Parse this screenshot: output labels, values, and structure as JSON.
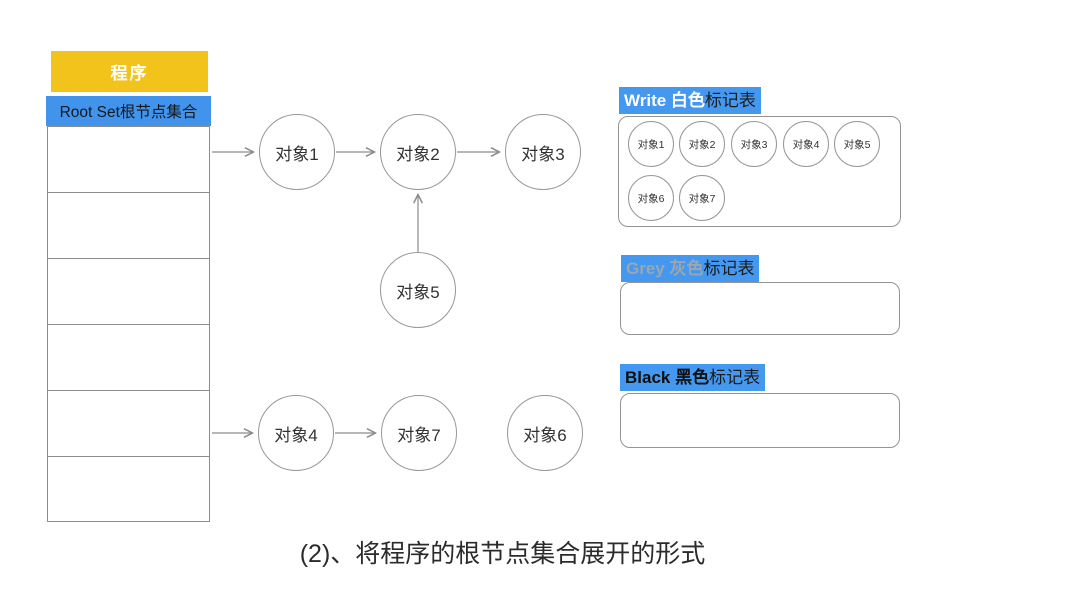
{
  "stack": {
    "header_label": "程序",
    "root_label": "Root Set根节点集合"
  },
  "graph": {
    "nodes": [
      {
        "label": "对象1"
      },
      {
        "label": "对象2"
      },
      {
        "label": "对象3"
      },
      {
        "label": "对象5"
      },
      {
        "label": "对象4"
      },
      {
        "label": "对象7"
      },
      {
        "label": "对象6"
      }
    ],
    "edges": [
      "root-set → 对象1",
      "对象1 → 对象2",
      "对象2 → 对象3",
      "对象5 → 对象2",
      "root-set → 对象4",
      "对象4 → 对象7"
    ]
  },
  "mark_tables": {
    "white": {
      "title_en": "Write 白色",
      "title_cn": "标记表",
      "items": [
        "对象1",
        "对象2",
        "对象3",
        "对象4",
        "对象5",
        "对象6",
        "对象7"
      ]
    },
    "grey": {
      "title_en": "Grey 灰色",
      "title_cn": "标记表",
      "items": []
    },
    "black": {
      "title_en": "Black 黑色",
      "title_cn": "标记表",
      "items": []
    }
  },
  "caption": "(2)、将程序的根节点集合展开的形式",
  "colors": {
    "header_yellow": "#F2C31B",
    "root_blue": "#4193EC",
    "highlight_blue": "#4598F0",
    "line_grey": "#8c8c8c"
  }
}
